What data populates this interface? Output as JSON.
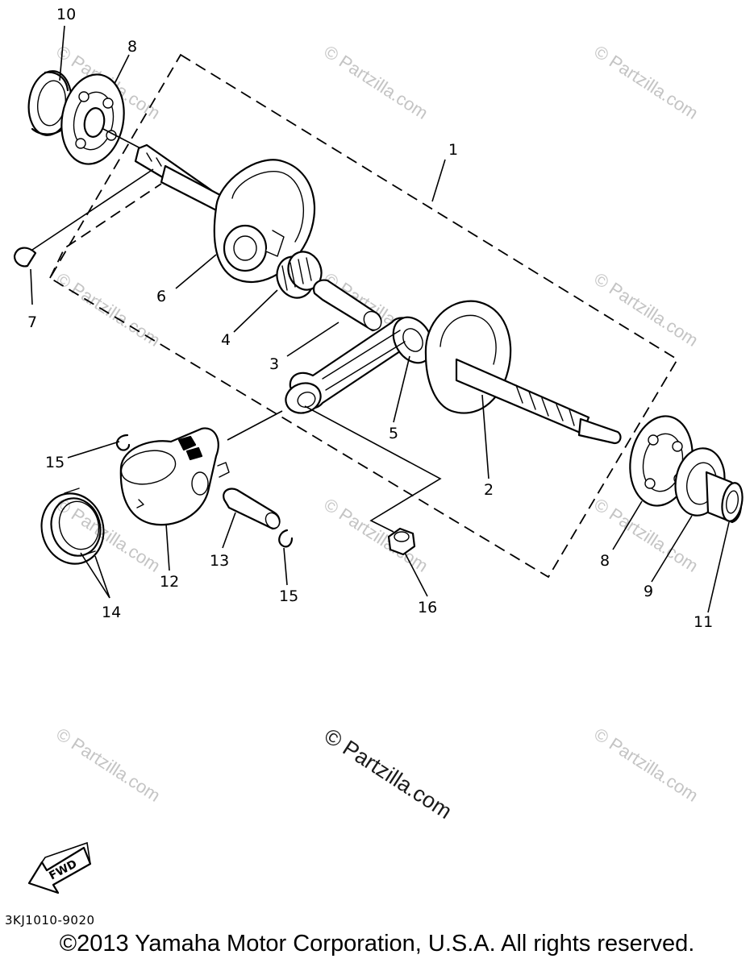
{
  "diagram": {
    "callouts": {
      "c1": "1",
      "c2": "2",
      "c3": "3",
      "c4": "4",
      "c5": "5",
      "c6": "6",
      "c7": "7",
      "c8a": "8",
      "c8b": "8",
      "c9": "9",
      "c10": "10",
      "c11": "11",
      "c12": "12",
      "c13": "13",
      "c14": "14",
      "c15a": "15",
      "c15b": "15",
      "c16": "16"
    },
    "watermark": "© Partzilla.com",
    "watermark_center": "© Partzilla.com",
    "fwd_label": "FWD",
    "diagram_code": "3KJ1010-9020",
    "copyright": "©2013 Yamaha Motor Corporation, U.S.A. All rights reserved."
  }
}
